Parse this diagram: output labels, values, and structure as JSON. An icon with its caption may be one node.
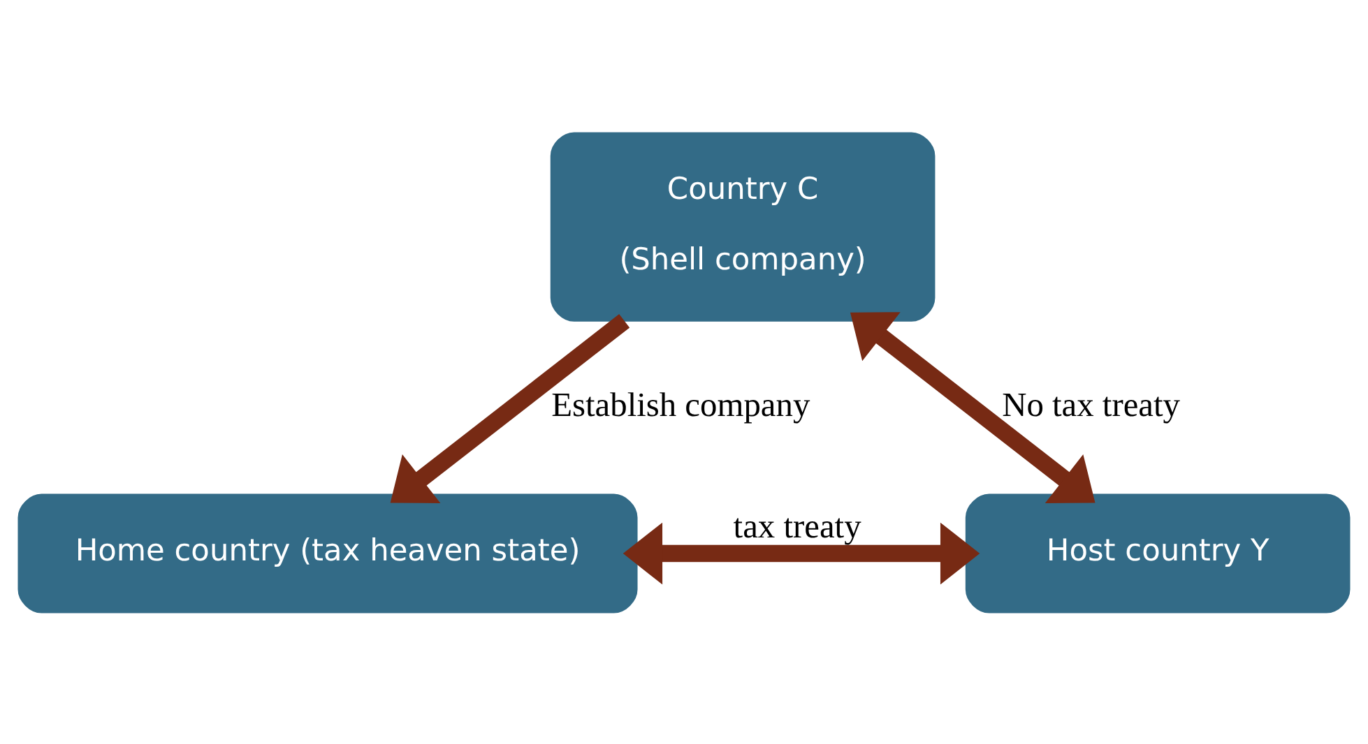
{
  "diagram": {
    "nodes": [
      {
        "text": [
          "Country C",
          "(Shell company)"
        ]
      },
      {
        "text": [
          "Home country (tax heaven state)"
        ]
      },
      {
        "text": [
          "Host country Y"
        ]
      }
    ],
    "edges": [
      {
        "from": 0,
        "to": 1,
        "arrow": "to",
        "label": "Establish company"
      },
      {
        "from": 0,
        "to": 2,
        "arrow": "both",
        "label": "No tax treaty"
      },
      {
        "from": 1,
        "to": 2,
        "arrow": "both",
        "label": "tax treaty"
      }
    ]
  }
}
